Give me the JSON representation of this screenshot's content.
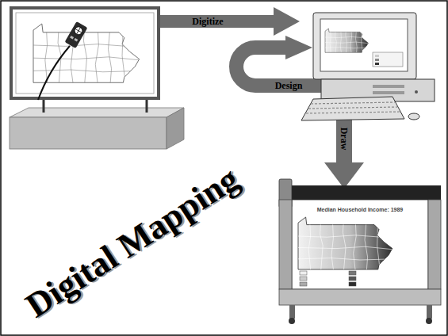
{
  "diagram": {
    "title": "Digital Mapping",
    "labels": [
      "Digitize",
      "Design",
      "Draw",
      "Median Household Income: 1989"
    ]
  }
}
